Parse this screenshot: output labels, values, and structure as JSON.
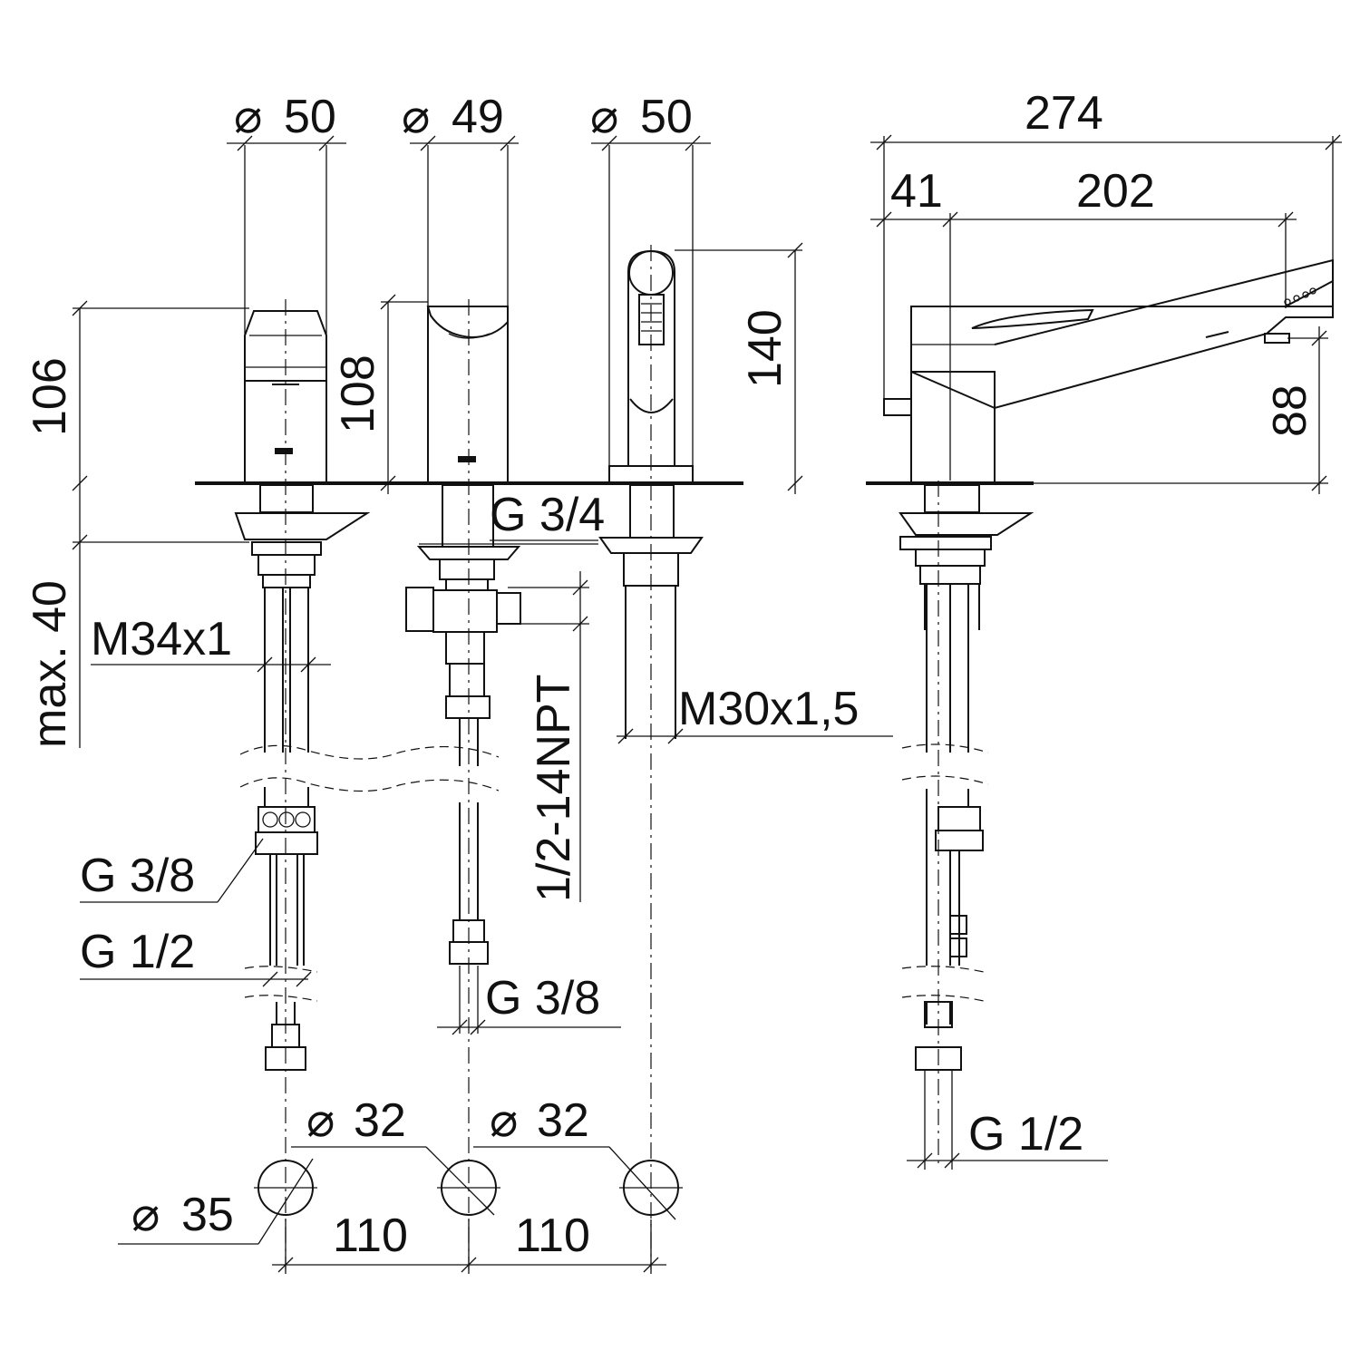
{
  "diagram": {
    "dimensions": {
      "dia_lever_a": "50",
      "dia_lever_b": "49",
      "dia_spout": "50",
      "length_total": "274",
      "length_rear": "41",
      "length_spout": "202",
      "height_left": "106",
      "height_mid": "108",
      "height_spout": "140",
      "height_side": "88",
      "max_deck": "max. 40",
      "thread_m34": "M34x1",
      "thread_g34": "G 3/4",
      "thread_npt": "1/2-14NPT",
      "thread_m30": "M30x1,5",
      "thread_g38_left": "G 3/8",
      "thread_g12_left": "G 1/2",
      "thread_g38_mid": "G 3/8",
      "thread_g12_right": "G 1/2",
      "hole_32_a": "32",
      "hole_32_b": "32",
      "hole_35": "35",
      "spacing_a": "110",
      "spacing_b": "110"
    },
    "symbols": {
      "diameter": "⌀"
    }
  }
}
